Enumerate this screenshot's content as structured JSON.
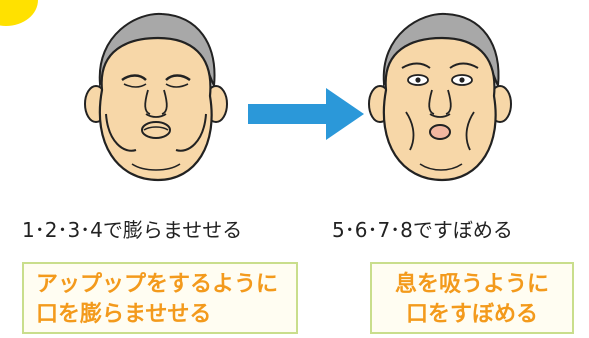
{
  "colors": {
    "accent": "#f39a1c",
    "arrow": "#2b98d9",
    "badge": "#ffe100",
    "card_border": "#c9de8c"
  },
  "steps": {
    "left": "1･2･3･4で膨らませせる",
    "right": "5･6･7･8ですぼめる"
  },
  "cards": {
    "left": {
      "line1": "アップップをするように",
      "line2": "口を膨らませせる"
    },
    "right": {
      "line1": "息を吸うように",
      "line2": "口をすぼめる"
    }
  },
  "icons": {
    "arrow": "arrow-right-icon",
    "face_puffed": "face-puffed-cheeks-icon",
    "face_pursed": "face-pursed-cheeks-icon"
  }
}
